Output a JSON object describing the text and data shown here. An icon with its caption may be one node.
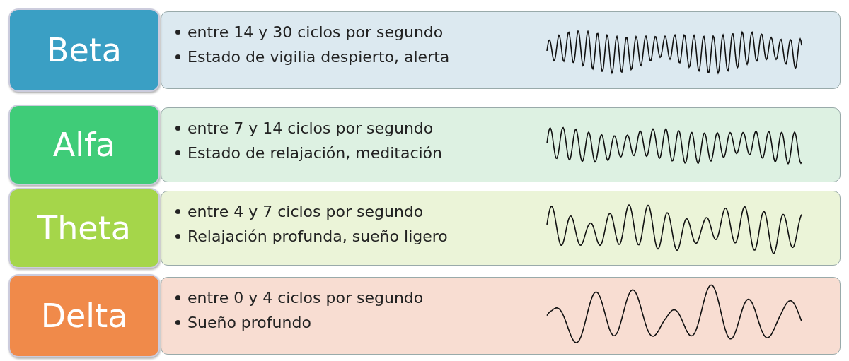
{
  "diagram": {
    "nodes": [
      {
        "text": [
          "Beta"
        ]
      },
      {
        "text": [
          "entre 14 y 30 ciclos por segundo",
          "Estado de vigilia despierto, alerta"
        ]
      },
      {
        "text": [
          "Alfa"
        ]
      },
      {
        "text": [
          "entre 7 y 14 ciclos por segundo",
          "Estado de relajación, meditación"
        ]
      },
      {
        "text": [
          "Theta"
        ]
      },
      {
        "text": [
          "entre 4 y 7 ciclos por segundo",
          "Relajación profunda, sueño ligero"
        ]
      },
      {
        "text": [
          "Delta"
        ]
      },
      {
        "text": [
          "entre 0 y 4 ciclos por segundo",
          "Sueño profundo"
        ]
      }
    ]
  }
}
